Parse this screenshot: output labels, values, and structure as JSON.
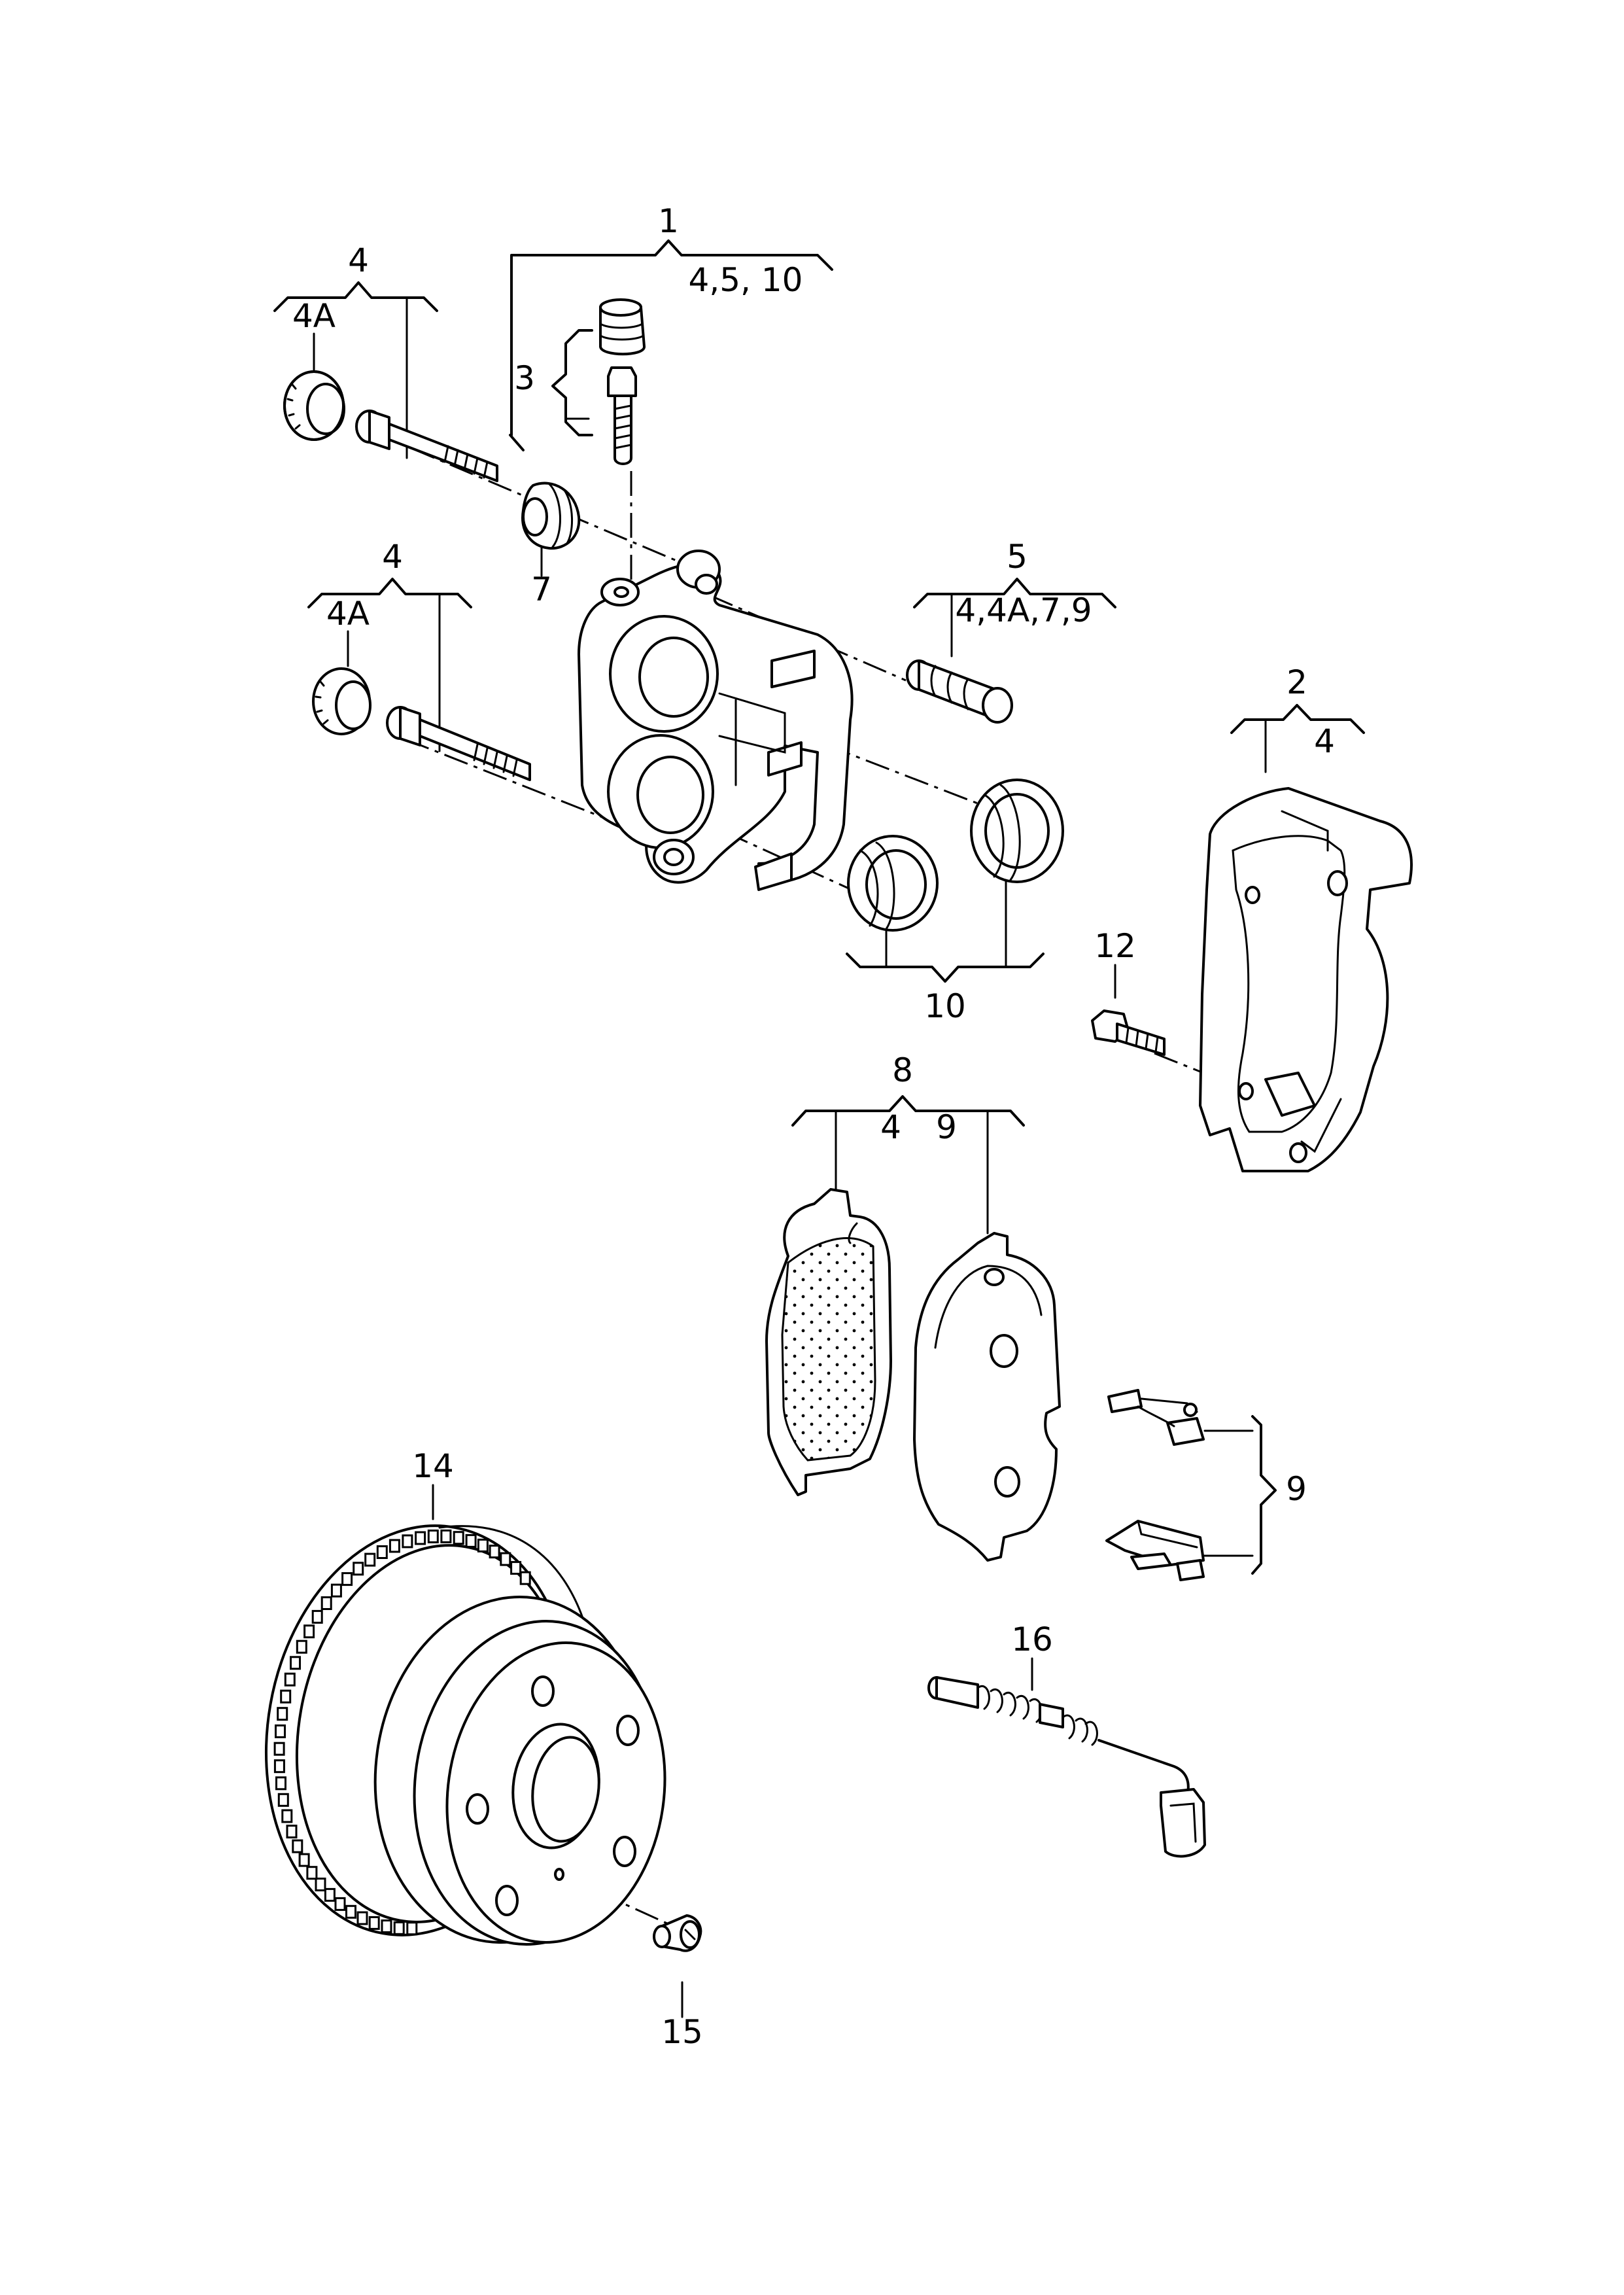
{
  "labels": {
    "l1": "1",
    "l1_sub": "4,5, 10",
    "l3": "3",
    "l4_top": "4",
    "l4a_top": "4A",
    "l7": "7",
    "l4_mid": "4",
    "l4a_mid": "4A",
    "l5": "5",
    "l5_sub": "4,4A,7,9",
    "l2": "2",
    "l2_sub": "4",
    "l12": "12",
    "l10": "10",
    "l8": "8",
    "l8_sub_a": "4",
    "l8_sub_b": "9",
    "l9": "9",
    "l14": "14",
    "l16": "16",
    "l15": "15"
  }
}
